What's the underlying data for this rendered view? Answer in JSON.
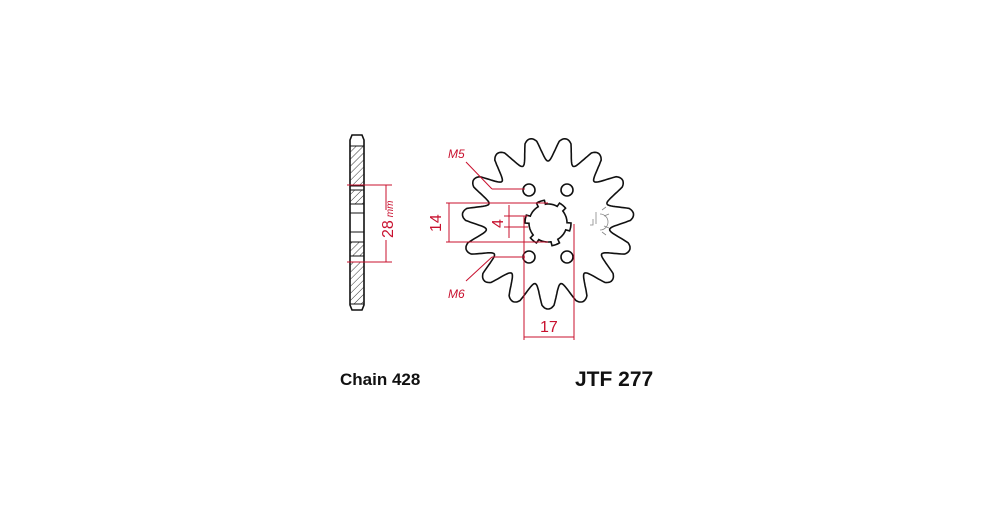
{
  "labels": {
    "chain": "Chain 428",
    "part": "JTF 277",
    "m5": "M5",
    "m6": "M6",
    "dim_14": "14",
    "dim_4": "4",
    "dim_17": "17",
    "dim_28": "28",
    "dim_28_unit": "mm"
  },
  "sprocket": {
    "teeth": 15
  },
  "colors": {
    "dimension": "#c8102e",
    "outline": "#111111"
  }
}
